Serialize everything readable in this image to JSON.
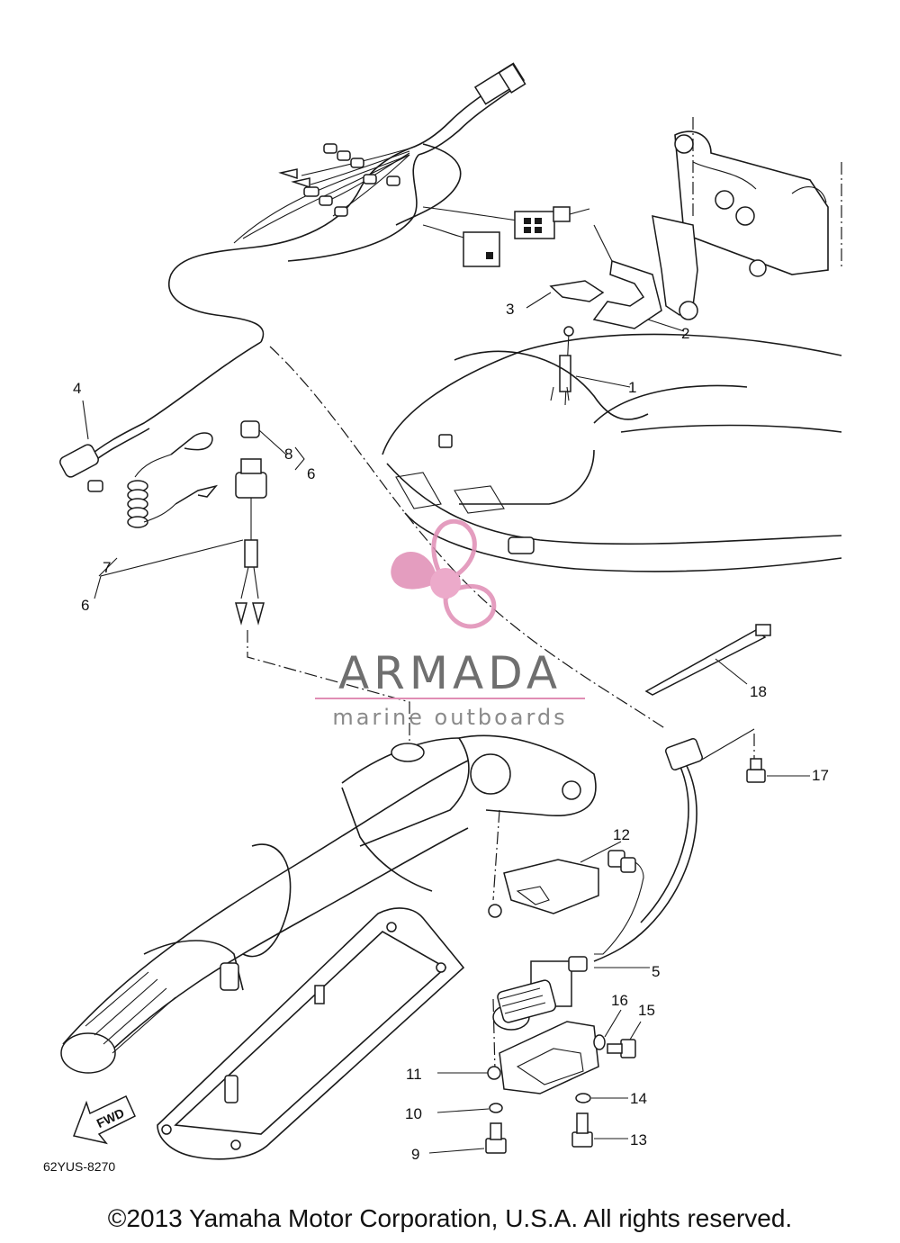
{
  "callouts": [
    {
      "id": "c1",
      "label": "1"
    },
    {
      "id": "c2",
      "label": "2"
    },
    {
      "id": "c3",
      "label": "3"
    },
    {
      "id": "c4",
      "label": "4"
    },
    {
      "id": "c5",
      "label": "5"
    },
    {
      "id": "c6a",
      "label": "6"
    },
    {
      "id": "c6b",
      "label": "6"
    },
    {
      "id": "c7",
      "label": "7"
    },
    {
      "id": "c8",
      "label": "8"
    },
    {
      "id": "c9",
      "label": "9"
    },
    {
      "id": "c10",
      "label": "10"
    },
    {
      "id": "c11",
      "label": "11"
    },
    {
      "id": "c12",
      "label": "12"
    },
    {
      "id": "c13",
      "label": "13"
    },
    {
      "id": "c14",
      "label": "14"
    },
    {
      "id": "c15",
      "label": "15"
    },
    {
      "id": "c16",
      "label": "16"
    },
    {
      "id": "c17",
      "label": "17"
    },
    {
      "id": "c18",
      "label": "18"
    }
  ],
  "diagram_code": "62YUS-8270",
  "direction_arrow_label": "FWD",
  "watermark": {
    "brand": "ARMADA",
    "tagline": "marine outboards",
    "colors": {
      "logo": "#e08db4",
      "logo_center": "#e99cc1",
      "text": "#6f6f6f"
    }
  },
  "copyright": "©2013 Yamaha Motor Corporation, U.S.A. All rights reserved.",
  "icons": [
    "fwd-arrow-icon",
    "propeller-logo-icon"
  ]
}
